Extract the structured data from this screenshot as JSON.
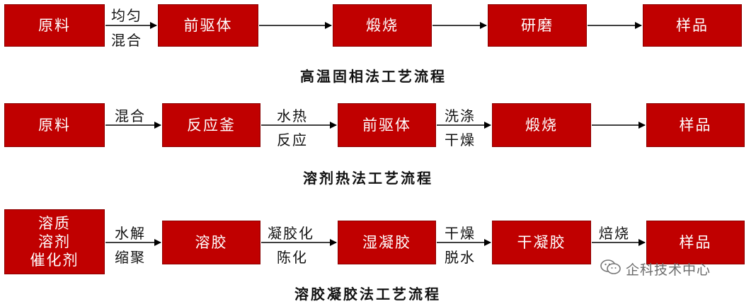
{
  "row1": {
    "caption": "高温固相法工艺流程",
    "boxes": [
      "原料",
      "前驱体",
      "煅烧",
      "研磨",
      "样品"
    ],
    "arrow_labels": [
      [
        "均匀",
        "混合"
      ],
      [
        "",
        ""
      ],
      [
        "",
        ""
      ],
      [
        "",
        ""
      ]
    ]
  },
  "row2": {
    "caption": "溶剂热法工艺流程",
    "boxes": [
      "原料",
      "反应釜",
      "前驱体",
      "煅烧",
      "样品"
    ],
    "arrow_labels": [
      [
        "混合",
        ""
      ],
      [
        "水热",
        "反应"
      ],
      [
        "洗涤",
        "干燥"
      ],
      [
        "",
        ""
      ]
    ]
  },
  "row3": {
    "caption": "溶胶凝胶法工艺流程",
    "boxes": [
      [
        "溶质",
        "溶剂",
        "催化剂"
      ],
      "溶胶",
      "湿凝胶",
      "干凝胶",
      "样品"
    ],
    "arrow_labels": [
      [
        "水解",
        "缩聚"
      ],
      [
        "凝胶化",
        "陈化"
      ],
      [
        "干燥",
        "脱水"
      ],
      [
        "焙烧",
        ""
      ]
    ]
  },
  "watermark": {
    "text": "企科技术中心",
    "icon": "wechat-icon"
  },
  "colors": {
    "box_fill": "#c00000",
    "text": "#ffffff",
    "arrow": "#000000"
  }
}
